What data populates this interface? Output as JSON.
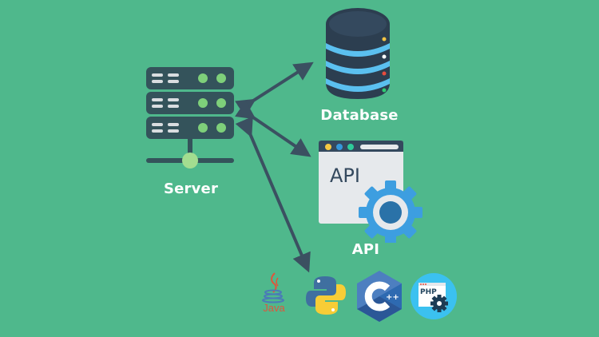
{
  "diagram": {
    "background_color": "#4fb88c",
    "nodes": {
      "server": {
        "label": "Server",
        "color": "#34535b",
        "led_color": "#7ed07a"
      },
      "database": {
        "label": "Database",
        "body_color": "#2c3e50",
        "stripe_color": "#5bc0f0",
        "indicator_colors": [
          "#f3c443",
          "#ffffff",
          "#e84c3d",
          "#2ecc71"
        ]
      },
      "api": {
        "label": "API",
        "window_text": "API",
        "window_dots": [
          "#f5c842",
          "#3498db",
          "#2ecc9a"
        ],
        "gear_color": "#3d9ee0"
      }
    },
    "connections": [
      {
        "from": "server",
        "to": "database",
        "direction": "bidirectional"
      },
      {
        "from": "server",
        "to": "api",
        "direction": "bidirectional"
      },
      {
        "from": "server",
        "to": "languages",
        "direction": "bidirectional"
      }
    ],
    "languages": [
      {
        "name": "Java",
        "label": "Java",
        "icon": "java-icon"
      },
      {
        "name": "Python",
        "icon": "python-icon"
      },
      {
        "name": "C++",
        "label": "C++",
        "icon": "cpp-icon"
      },
      {
        "name": "PHP",
        "label": "PHP",
        "icon": "php-icon"
      }
    ],
    "arrow_color": "#3b5061"
  }
}
